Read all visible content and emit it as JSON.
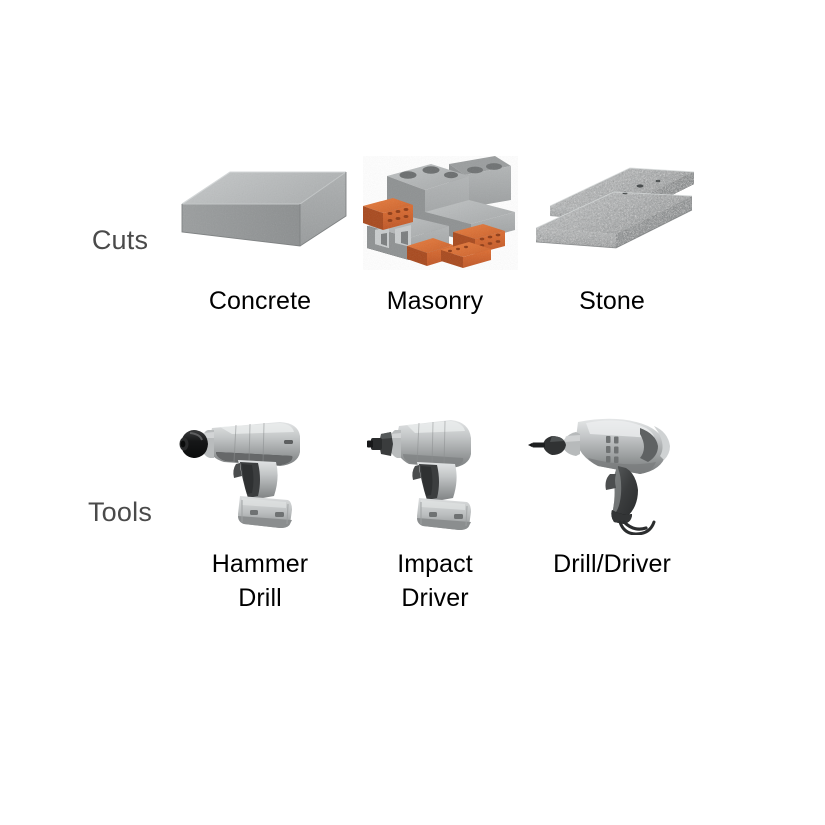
{
  "page": {
    "background_color": "#ffffff",
    "label_color": "#000000",
    "row_label_color": "#4a4a4a"
  },
  "rows": [
    {
      "id": "cuts",
      "label": "Cuts",
      "cells": [
        {
          "id": "concrete",
          "label": "Concrete",
          "label_lines": [
            "Concrete"
          ],
          "icon": "concrete-block-image",
          "colors": {
            "top": "#b9bcbd",
            "front": "#a3a6a7",
            "side": "#8e9192"
          }
        },
        {
          "id": "masonry",
          "label": "Masonry",
          "label_lines": [
            "Masonry"
          ],
          "icon": "masonry-blocks-and-bricks-image",
          "colors": {
            "block": "#a8abac",
            "block_dark": "#8a8d8e",
            "brick": "#d2622a",
            "brick_dark": "#a84c1f"
          }
        },
        {
          "id": "stone",
          "label": "Stone",
          "label_lines": [
            "Stone"
          ],
          "icon": "stone-slab-image",
          "colors": {
            "top": "#b6b9ba",
            "front": "#9a9d9e",
            "speckle": "#4d5152"
          }
        }
      ]
    },
    {
      "id": "tools",
      "label": "Tools",
      "cells": [
        {
          "id": "hammer-drill",
          "label": "Hammer Drill",
          "label_lines": [
            "Hammer",
            "Drill"
          ],
          "icon": "hammer-drill-image",
          "colors": {
            "body": "#c9cbcc",
            "body_mid": "#a9acad",
            "body_dark": "#7d8081",
            "chuck": "#1d1d1d",
            "grip": "#3a3c3d"
          }
        },
        {
          "id": "impact-driver",
          "label": "Impact Driver",
          "label_lines": [
            "Impact",
            "Driver"
          ],
          "icon": "impact-driver-image",
          "colors": {
            "body": "#c9cbcc",
            "body_mid": "#a9acad",
            "body_dark": "#7d8081",
            "chuck": "#2a2c2d",
            "grip": "#3a3c3d"
          }
        },
        {
          "id": "drill-driver",
          "label": "Drill/Driver",
          "label_lines": [
            "Drill/Driver"
          ],
          "icon": "corded-drill-driver-image",
          "colors": {
            "body": "#c4c7c8",
            "body_mid": "#9fa2a3",
            "body_dark": "#74797a",
            "chuck": "#2a2c2d",
            "cord": "#2b2d2e"
          }
        }
      ]
    }
  ]
}
